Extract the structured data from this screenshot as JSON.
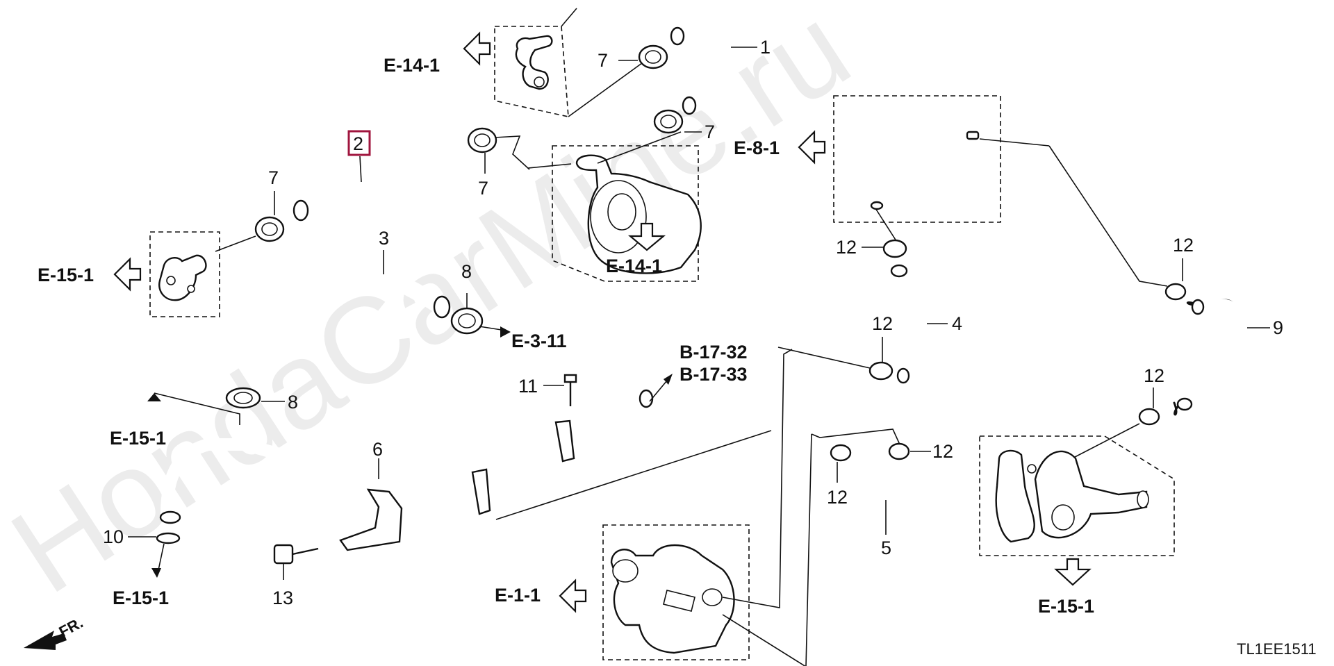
{
  "watermark": "HondaCarMine.ru",
  "diagram_code": "TL1EE1511",
  "front_label": "FR.",
  "part_numbers": {
    "p1": "1",
    "p2": "2",
    "p3": "3",
    "p4": "4",
    "p5": "5",
    "p6": "6",
    "p7a": "7",
    "p7b": "7",
    "p7c": "7",
    "p7d": "7",
    "p8a": "8",
    "p8b": "8",
    "p9": "9",
    "p10": "10",
    "p11": "11",
    "p12a": "12",
    "p12b": "12",
    "p12c": "12",
    "p12d": "12",
    "p12e": "12",
    "p12f": "12",
    "p13": "13"
  },
  "references": {
    "e14_1_top": "E-14-1",
    "e15_1_left": "E-15-1",
    "e14_1_bottom": "E-14-1",
    "e3_11": "E-3-11",
    "b17_32": "B-17-32",
    "b17_33": "B-17-33",
    "e15_1_mid": "E-15-1",
    "e15_1_bottom": "E-15-1",
    "e8_1": "E-8-1",
    "e1_1": "E-1-1",
    "e15_1_right": "E-15-1"
  },
  "highlight_color": "#a0153e"
}
